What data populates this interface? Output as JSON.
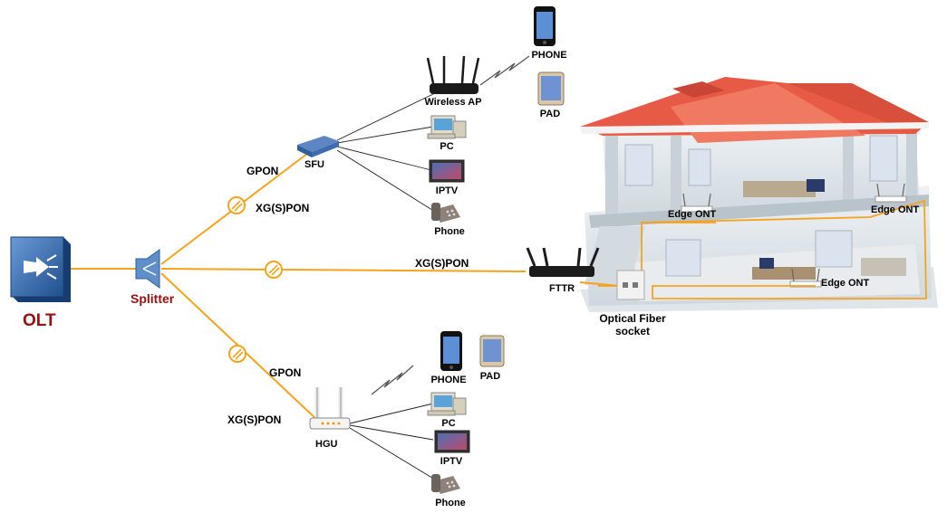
{
  "olt": {
    "label": "OLT"
  },
  "splitter": {
    "label": "Splitter"
  },
  "top_branch": {
    "gpon": "GPON",
    "xgspon": "XG(S)PON",
    "sfu": "SFU",
    "wireless_ap": "Wireless AP",
    "pc": "PC",
    "iptv": "IPTV",
    "phone": "Phone",
    "mobile_phone": "PHONE",
    "pad": "PAD"
  },
  "middle_branch": {
    "xgspon": "XG(S)PON",
    "fttr": "FTTR",
    "socket_line1": "Optical Fiber",
    "socket_line2": "socket",
    "edge_ont_1": "Edge ONT",
    "edge_ont_2": "Edge ONT",
    "edge_ont_3": "Edge ONT"
  },
  "bottom_branch": {
    "gpon": "GPON",
    "xgspon": "XG(S)PON",
    "hgu": "HGU",
    "mobile_phone": "PHONE",
    "pad": "PAD",
    "pc": "PC",
    "iptv": "IPTV",
    "phone": "Phone"
  },
  "colors": {
    "fiber": "#f7a21b",
    "olt_label": "#9b0f0f",
    "device_blue": "#2d5f9a",
    "roof": "#ee6a55"
  }
}
